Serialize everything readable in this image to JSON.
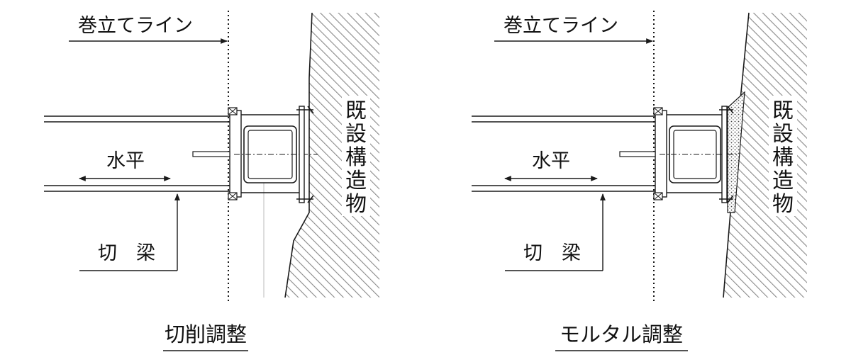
{
  "colors": {
    "line": "#1a1a1a",
    "hatch": "#7a7a7a",
    "mortar": "#555555",
    "background": "#ffffff"
  },
  "panels": [
    {
      "id": "left",
      "line_label": "巻立てライン",
      "horizontal_label": "水平",
      "beam_label": "切　梁",
      "structure_label": [
        "既",
        "設",
        "構",
        "造",
        "物"
      ],
      "caption": "切削調整"
    },
    {
      "id": "right",
      "line_label": "巻立てライン",
      "horizontal_label": "水平",
      "beam_label": "切　梁",
      "structure_label": [
        "既",
        "設",
        "構",
        "造",
        "物"
      ],
      "caption": "モルタル調整"
    }
  ]
}
